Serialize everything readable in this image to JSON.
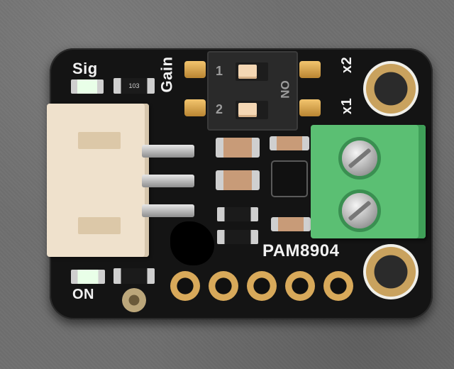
{
  "silkscreen": {
    "sig": "Sig",
    "gain": "Gain",
    "x2": "x2",
    "x1": "x1",
    "on_label": "ON",
    "part_number": "PAM8904",
    "dip_on": "ON",
    "dip_1": "1",
    "dip_2": "2",
    "resistor_code": "103"
  },
  "colors": {
    "board": "#141414",
    "silkscreen": "#f2f2f2",
    "terminal_block": "#5bbf73",
    "connector": "#efe1cc",
    "gold_pads": "#d8a95a"
  }
}
